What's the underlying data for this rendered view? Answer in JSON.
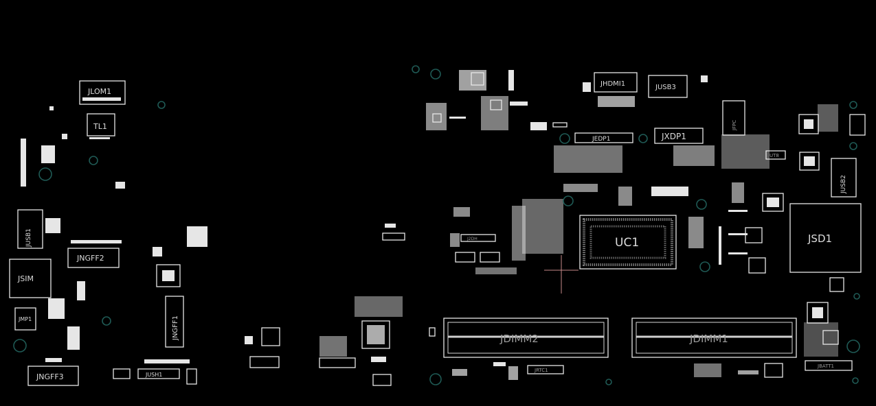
{
  "components": {
    "jlom1": "JLOM1",
    "tl1": "TL1",
    "jusb1": "JUSB1",
    "jngff2": "JNGFF2",
    "jsim": "JSIM",
    "jmp1": "JMP1",
    "jngff3": "JNGFF3",
    "jngff1": "JNGFF1",
    "jush1": "JUSH1",
    "jhdmi1": "JHDMI1",
    "jusb3": "JUSB3",
    "jedp1": "JEDP1",
    "jxdp1": "JXDP1",
    "jusb2": "JUSB2",
    "jsd1": "JSD1",
    "uc1": "UC1",
    "jdimm2": "JDIMM2",
    "jdimm1": "JDIMM1",
    "jbatt1": "JBATT1",
    "jrtc1": "JRTC1",
    "j2dh": "J2DH",
    "ut8": "UT8",
    "jfpc": "JFPC"
  },
  "colors": {
    "background": "#000000",
    "silkscreen": "#e8e8e8",
    "via": "#1f5a55",
    "crosshair": "#c98a8a"
  }
}
